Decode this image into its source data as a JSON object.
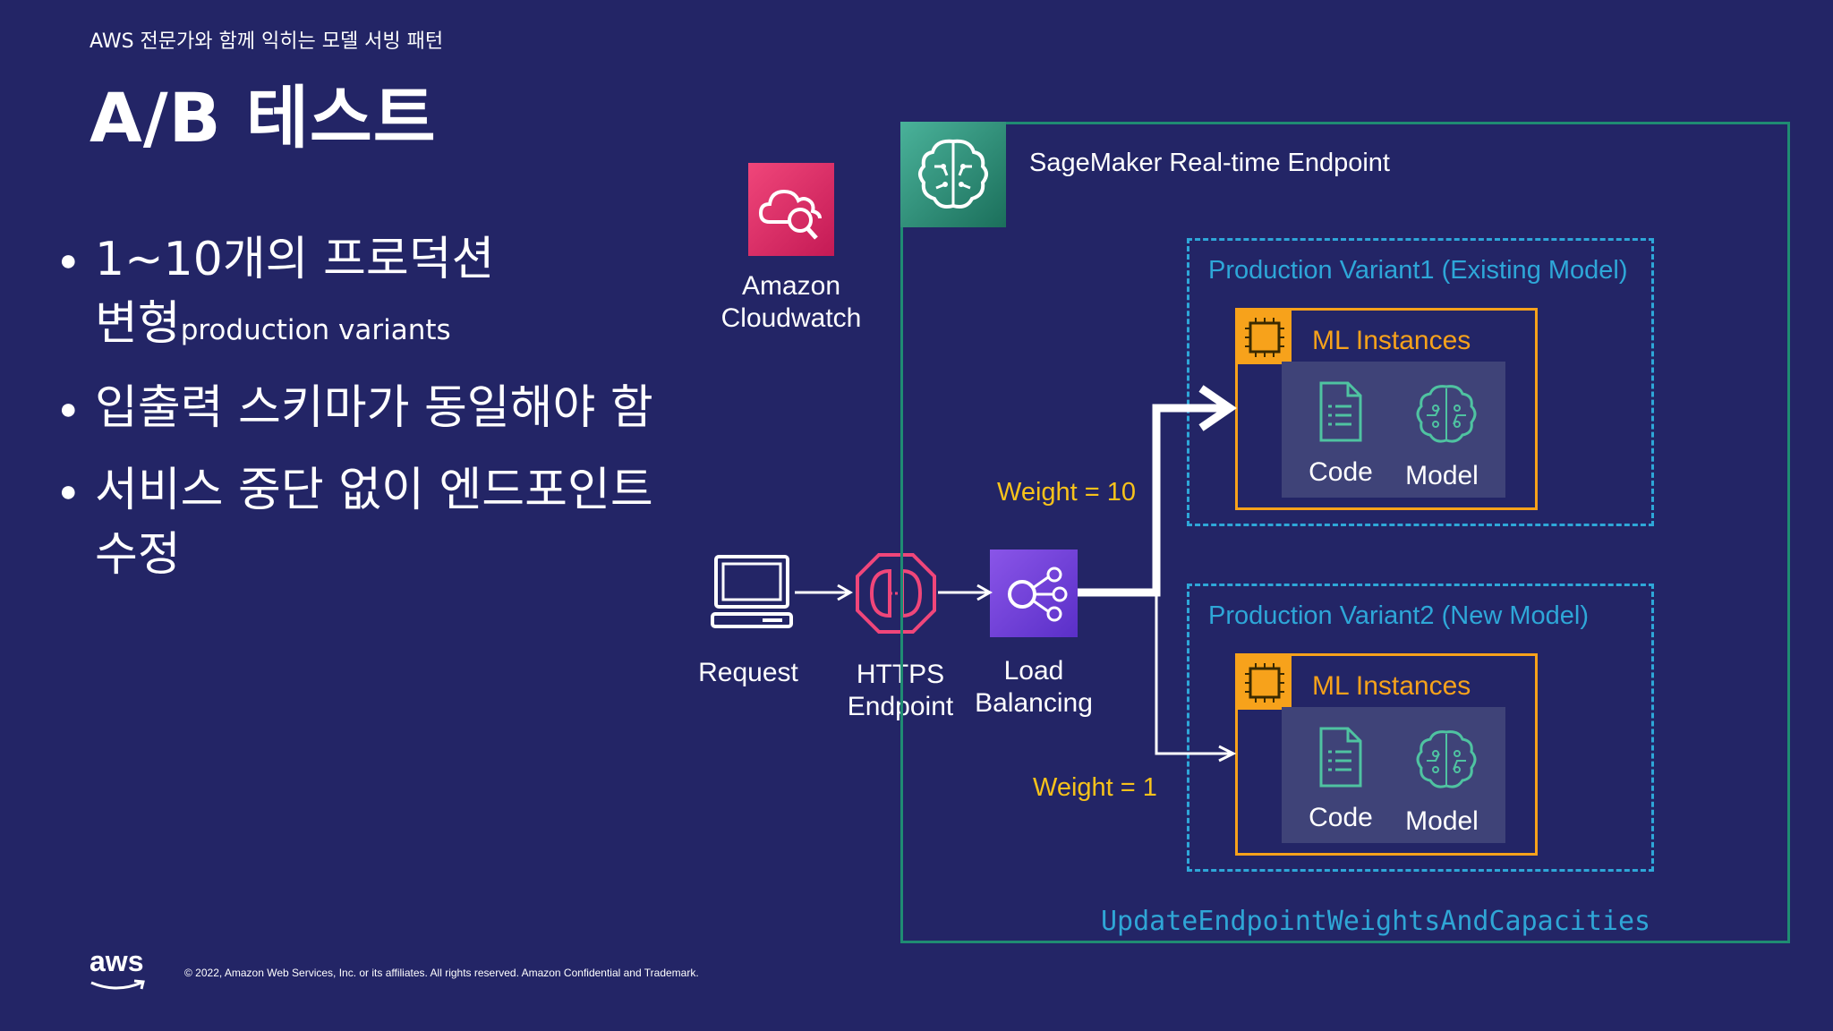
{
  "header": {
    "subtitle": "AWS 전문가와 함께 익히는 모델 서빙 패턴",
    "title": "A/B 테스트"
  },
  "bullets": [
    {
      "line1": "1~10개의 프로덕션",
      "line2_main": "변형",
      "line2_sub": "production variants"
    },
    {
      "line1": "입출력 스키마가 동일해야 함"
    },
    {
      "line1": "서비스 중단 없이 엔드포인트",
      "line2_main": "수정"
    }
  ],
  "diagram": {
    "cloudwatch": {
      "line1": "Amazon",
      "line2": "Cloudwatch"
    },
    "request_label": "Request",
    "https": {
      "line1": "HTTPS",
      "line2": "Endpoint"
    },
    "load_balancing": {
      "line1": "Load",
      "line2": "Balancing"
    },
    "endpoint_title": "SageMaker Real-time Endpoint",
    "variant1": {
      "title": "Production Variant1 (Existing Model)",
      "ml_title": "ML Instances",
      "code_label": "Code",
      "model_label": "Model",
      "weight": "Weight = 10"
    },
    "variant2": {
      "title": "Production Variant2 (New Model)",
      "ml_title": "ML Instances",
      "code_label": "Code",
      "model_label": "Model",
      "weight": "Weight = 1"
    },
    "api_name": "UpdateEndpointWeightsAndCapacities",
    "icons": {
      "sagemaker": "brain-network-icon",
      "cloudwatch": "cloud-magnifier-icon",
      "request": "laptop-icon",
      "https": "https-endpoint-icon",
      "load_balancer": "load-balancer-icon",
      "chip": "chip-icon",
      "code": "document-icon",
      "model": "brain-icon"
    },
    "colors": {
      "background": "#232566",
      "variant_border": "#2ea7d8",
      "ml_border": "#f7a21b",
      "endpoint_border": "#1f8c72",
      "weight_text": "#f7c21b"
    }
  },
  "footer": {
    "logo": "aws",
    "copyright": "© 2022, Amazon Web Services, Inc. or its affiliates. All rights reserved. Amazon Confidential and Trademark."
  }
}
